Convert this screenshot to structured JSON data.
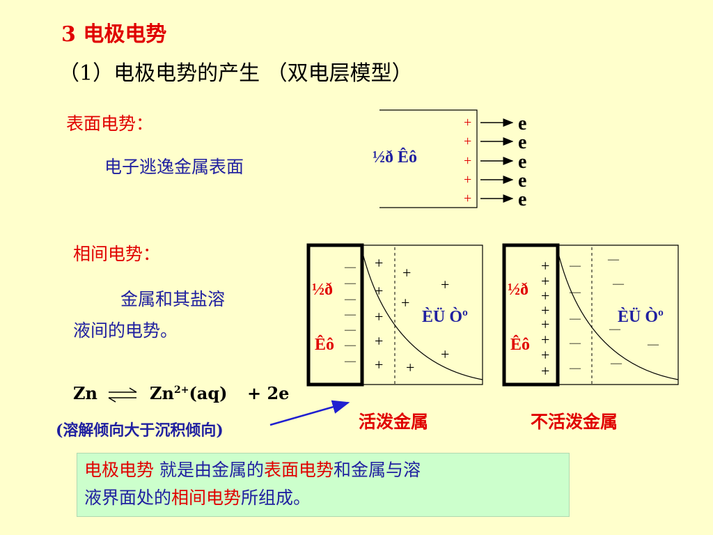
{
  "heading": "3  电极电势",
  "subheading": "（1）电极电势的产生 （双电层模型）",
  "surface": {
    "label": "表面电势：",
    "desc": "电子逃逸金属表面",
    "metal_label": "½ð Êô",
    "plus": "+",
    "electron": "e"
  },
  "phase": {
    "label": "相间电势：",
    "desc_line1": "金属和其盐溶",
    "desc_line2": "液间的电势。",
    "metal_label_top": "½ð",
    "metal_label_bottom": "Êô",
    "solution_label": "ÈÜ Òº",
    "plus": "+",
    "minus": "—",
    "active_caption": "活泼金属",
    "inactive_caption": "不活泼金属"
  },
  "equation": {
    "left": "Zn",
    "right": "Zn",
    "sup": "2+",
    "state": "(aq)",
    "electrons": "+ 2e",
    "note": "(溶解倾向大于沉积倾向)"
  },
  "summary": {
    "part1": "电极电势",
    "part2": " 就是由金属的",
    "part3": "表面电势",
    "part4": "和金属与溶",
    "part5": "液界面处的",
    "part6": "相间电势",
    "part7": "所组成。"
  },
  "colors": {
    "background": "#ffffcc",
    "red": "#e00000",
    "blue": "#2020a0",
    "box": "#ccffcc"
  }
}
